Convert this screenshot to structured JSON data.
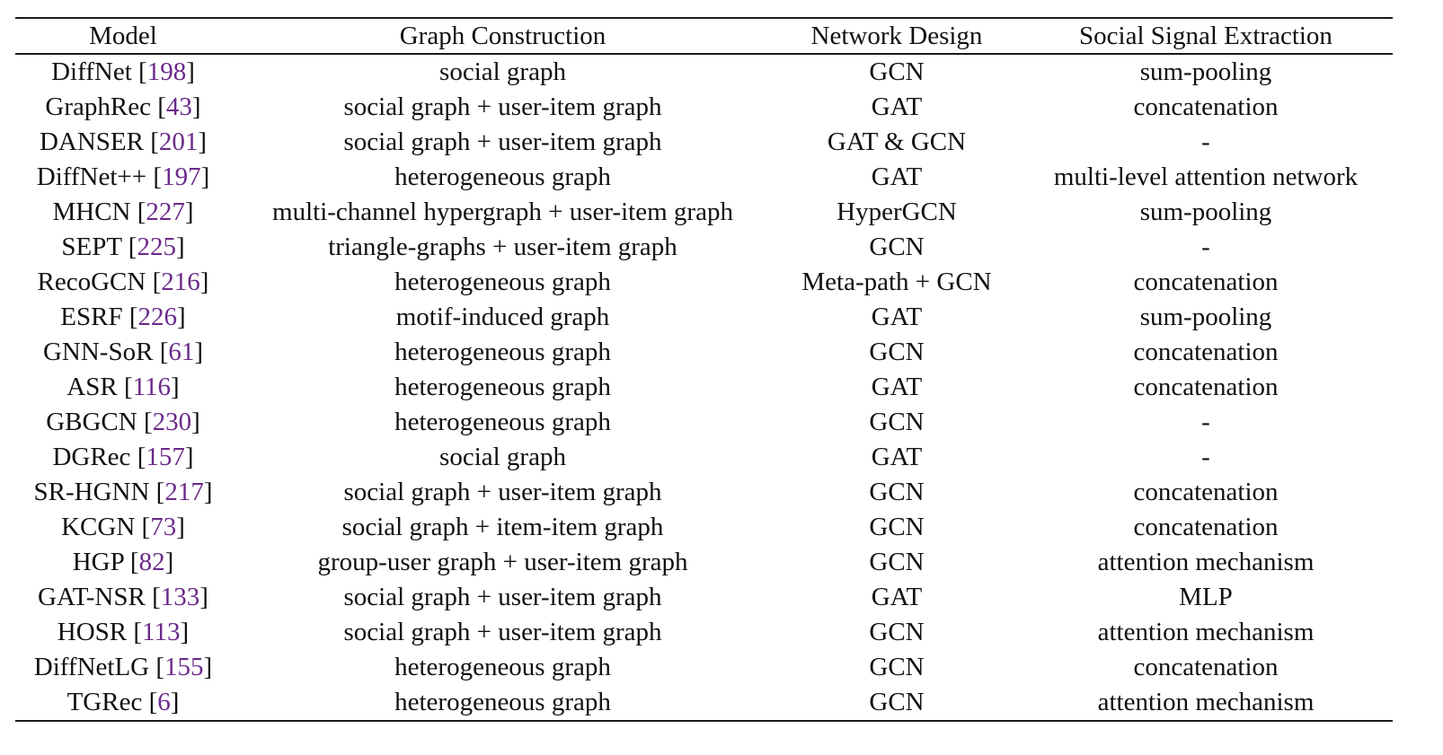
{
  "table": {
    "headers": [
      "Model",
      "Graph Construction",
      "Network Design",
      "Social Signal Extraction"
    ],
    "rows": [
      {
        "model": "DiffNet",
        "ref": "198",
        "graph": "social graph",
        "network": "GCN",
        "signal": "sum-pooling"
      },
      {
        "model": "GraphRec",
        "ref": "43",
        "graph": "social graph + user-item graph",
        "network": "GAT",
        "signal": "concatenation"
      },
      {
        "model": "DANSER",
        "ref": "201",
        "graph": "social graph + user-item graph",
        "network": "GAT & GCN",
        "signal": "-"
      },
      {
        "model": "DiffNet++",
        "ref": "197",
        "graph": "heterogeneous graph",
        "network": "GAT",
        "signal": "multi-level attention network"
      },
      {
        "model": "MHCN",
        "ref": "227",
        "graph": "multi-channel hypergraph + user-item graph",
        "network": "HyperGCN",
        "signal": "sum-pooling"
      },
      {
        "model": "SEPT",
        "ref": "225",
        "graph": "triangle-graphs + user-item graph",
        "network": "GCN",
        "signal": "-"
      },
      {
        "model": "RecoGCN",
        "ref": "216",
        "graph": "heterogeneous graph",
        "network": "Meta-path + GCN",
        "signal": "concatenation"
      },
      {
        "model": "ESRF",
        "ref": "226",
        "graph": "motif-induced graph",
        "network": "GAT",
        "signal": "sum-pooling"
      },
      {
        "model": "GNN-SoR",
        "ref": "61",
        "graph": "heterogeneous graph",
        "network": "GCN",
        "signal": "concatenation"
      },
      {
        "model": "ASR",
        "ref": "116",
        "graph": "heterogeneous graph",
        "network": "GAT",
        "signal": "concatenation"
      },
      {
        "model": "GBGCN",
        "ref": "230",
        "graph": "heterogeneous graph",
        "network": "GCN",
        "signal": "-"
      },
      {
        "model": "DGRec",
        "ref": "157",
        "graph": "social graph",
        "network": "GAT",
        "signal": "-"
      },
      {
        "model": "SR-HGNN",
        "ref": "217",
        "graph": "social graph + user-item graph",
        "network": "GCN",
        "signal": "concatenation"
      },
      {
        "model": "KCGN",
        "ref": "73",
        "graph": "social graph + item-item graph",
        "network": "GCN",
        "signal": "concatenation"
      },
      {
        "model": "HGP",
        "ref": "82",
        "graph": "group-user graph + user-item graph",
        "network": "GCN",
        "signal": "attention mechanism"
      },
      {
        "model": "GAT-NSR",
        "ref": "133",
        "graph": "social graph + user-item graph",
        "network": "GAT",
        "signal": "MLP"
      },
      {
        "model": "HOSR",
        "ref": "113",
        "graph": "social graph + user-item graph",
        "network": "GCN",
        "signal": "attention mechanism"
      },
      {
        "model": "DiffNetLG",
        "ref": "155",
        "graph": "heterogeneous graph",
        "network": "GCN",
        "signal": "concatenation"
      },
      {
        "model": "TGRec",
        "ref": "6",
        "graph": "heterogeneous graph",
        "network": "GCN",
        "signal": "attention mechanism"
      }
    ]
  },
  "colors": {
    "text": "#111111",
    "citation": "#6b2a8a",
    "rule": "#1a1a1a"
  }
}
